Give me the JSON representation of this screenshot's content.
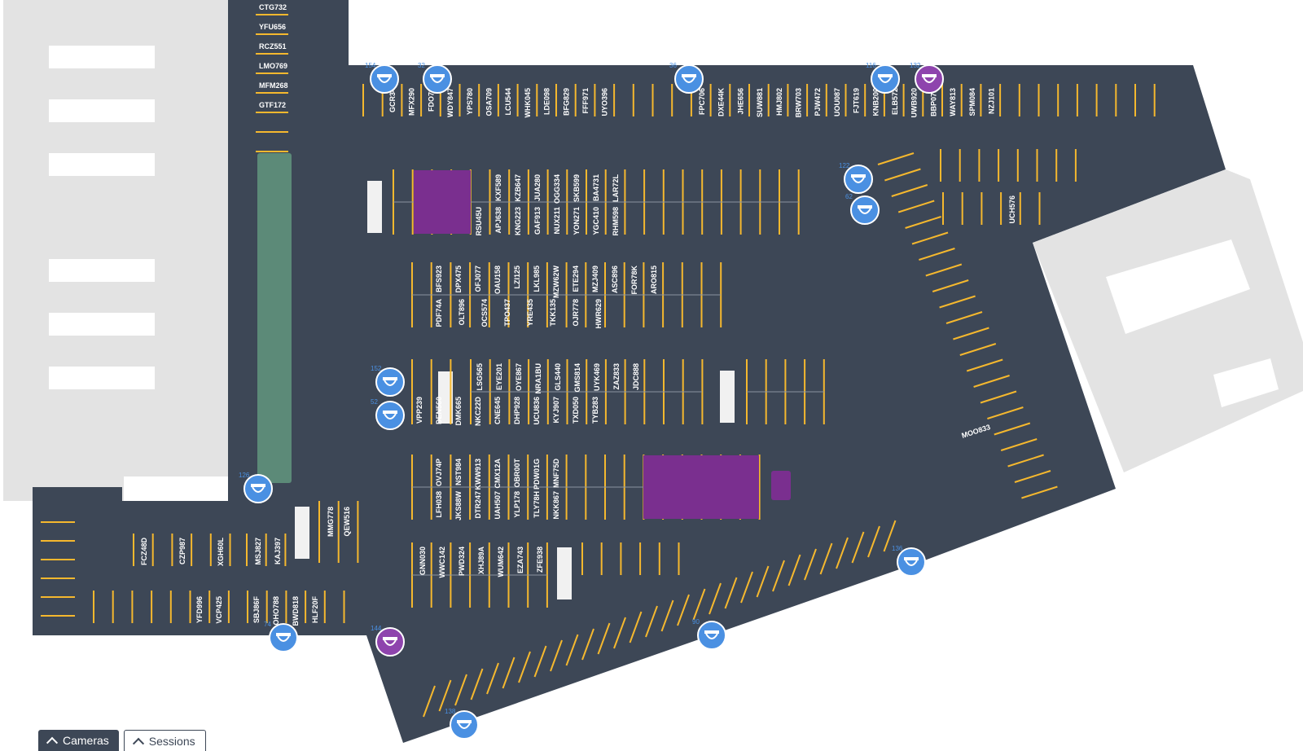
{
  "colors": {
    "asphalt": "#3d4756",
    "line": "#f5b82e",
    "building": "#e3e3e3",
    "grass": "#5c8a78",
    "camera": "#4a90e2",
    "camera_alt": "#8e44ad",
    "reserved": "#7a2f8f"
  },
  "tabs": {
    "cameras": "Cameras",
    "sessions": "Sessions"
  },
  "cameras": [
    {
      "id": "154",
      "label": "154",
      "icon": "camera-icon"
    },
    {
      "id": "32",
      "label": "32",
      "icon": "camera-icon"
    },
    {
      "id": "36",
      "label": "36",
      "icon": "camera-icon"
    },
    {
      "id": "116",
      "label": "116",
      "icon": "camera-icon"
    },
    {
      "id": "132",
      "label": "132",
      "icon": "camera-icon",
      "alt": true
    },
    {
      "id": "122",
      "label": "122",
      "icon": "camera-icon"
    },
    {
      "id": "62",
      "label": "62",
      "icon": "camera-icon"
    },
    {
      "id": "152",
      "label": "152",
      "icon": "camera-icon"
    },
    {
      "id": "52",
      "label": "52",
      "icon": "camera-icon"
    },
    {
      "id": "126",
      "label": "126",
      "icon": "camera-icon"
    },
    {
      "id": "74",
      "label": "74",
      "icon": "camera-icon"
    },
    {
      "id": "144",
      "label": "144",
      "icon": "camera-icon",
      "alt": true
    },
    {
      "id": "138",
      "label": "138",
      "icon": "camera-icon"
    },
    {
      "id": "90",
      "label": "90",
      "icon": "camera-icon"
    },
    {
      "id": "136",
      "label": "136",
      "icon": "camera-icon"
    }
  ],
  "plates": {
    "left_column": [
      "CTG732",
      "YFU656",
      "RCZ551",
      "LMO769",
      "MFM268",
      "GTF172"
    ],
    "top_row": [
      "GCR34",
      "MFX290",
      "FDO78",
      "WDY847",
      "YPS780",
      "OSA709",
      "LCU544",
      "WHK045",
      "LDE098",
      "BFG829",
      "FFF971",
      "UYO396",
      "FPC706",
      "DXE44K",
      "JHE656",
      "SUW881",
      "HMJ802",
      "BRW703",
      "PJW472",
      "UOU087",
      "FJT619",
      "KNB200",
      "ELB572",
      "UWB920",
      "BBP07E",
      "WAY813",
      "SPM084",
      "NZJ101"
    ],
    "right_blocks": [
      "UCH576"
    ],
    "row2_top": [
      "KXF589",
      "KZB647",
      "JUA280",
      "OGG334",
      "SKB599",
      "BA4731",
      "LAR72L"
    ],
    "row2_bottom": [
      "RSU45U",
      "APJ638",
      "KNG223",
      "GAF913",
      "NUX211",
      "YON271",
      "YGC410",
      "RHM598"
    ],
    "row3_top": [
      "BFS923",
      "DPX475",
      "OFJ077",
      "OAU158",
      "LZI125",
      "LKL985",
      "MZW62W",
      "ETE294",
      "MZJ409",
      "ASC896",
      "FOR78K",
      "ARO815"
    ],
    "row3_bottom": [
      "PDF74A",
      "OLT896",
      "OCS574",
      "TPO437",
      "YRE435",
      "TKK135",
      "OJR778",
      "HWR629"
    ],
    "row4_top": [
      "LSG565",
      "EYE201",
      "OYE867",
      "NRA1BU",
      "GLS440",
      "GMS814",
      "UYK469",
      "ZAZ833",
      "JDC888"
    ],
    "row4_bottom": [
      "VPP239",
      "DEN560",
      "DMK665",
      "NKC22D",
      "CNE645",
      "DHP928",
      "UCU836",
      "KYJ907",
      "TXD050",
      "TYB283"
    ],
    "row5_top": [
      "OVJ74P",
      "NST984",
      "KWW913",
      "CMX12A",
      "OBR00T",
      "PDW01G",
      "MNF75D"
    ],
    "row5_bottom": [
      "LFH038",
      "JKS88W",
      "DTR247",
      "UAH507",
      "YLP178",
      "TLY78H",
      "NKK867"
    ],
    "row6": [
      "GNN030",
      "WWC142",
      "PWD324",
      "XHJ89A",
      "WUM642",
      "EZA743",
      "ZFE938"
    ],
    "lower_left": [
      "FCZ48D",
      "CZP987",
      "XGH60L",
      "MSJ827",
      "KAJ397",
      "QEW516",
      "MMG778",
      "YFD996",
      "VCP425",
      "SBJ86F",
      "OHO788",
      "BWD818",
      "HLF20F"
    ],
    "diagonal": [
      "MOO833"
    ]
  }
}
